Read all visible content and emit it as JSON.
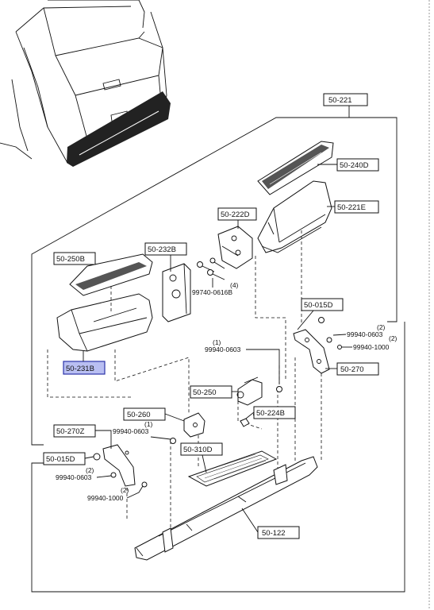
{
  "labels": {
    "l_50_221": "50-221",
    "l_50_240D": "50-240D",
    "l_50_221E": "50-221E",
    "l_50_222D": "50-222D",
    "l_50_232B": "50-232B",
    "l_50_250B": "50-250B",
    "l_50_231B": "50-231B",
    "l_99740": "99740-0616B",
    "l_qty4": "(4)",
    "l_50_015D_top": "50-015D",
    "l_99940_0603_r": "99940-0603",
    "l_qty2_r1": "(2)",
    "l_99940_1000_r": "99940-1000",
    "l_qty2_r2": "(2)",
    "l_50_270": "50-270",
    "l_qty1_c": "(1)",
    "l_99940_0603_c": "99940-0603",
    "l_50_250": "50-250",
    "l_50_260": "50-260",
    "l_50_224B": "50-224B",
    "l_50_270Z": "50-270Z",
    "l_qty1_l": "(1)",
    "l_99940_0603_l": "99940-0603",
    "l_50_310D": "50-310D",
    "l_50_015D_bot": "50-015D",
    "l_qty2_l1": "(2)",
    "l_99940_0603_l2": "99940-0603",
    "l_qty2_l2": "(2)",
    "l_99940_1000_l": "99940-1000",
    "l_50_122": "50-122"
  },
  "highlight": {
    "part": "50-231B",
    "color": "#b9bff2"
  }
}
